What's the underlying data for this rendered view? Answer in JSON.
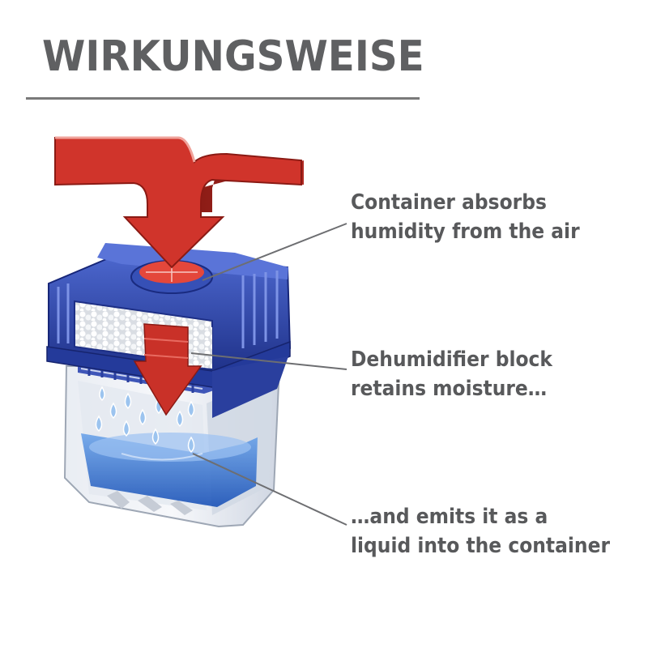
{
  "title": "WIRKUNGSWEISE",
  "callouts": [
    {
      "line1": "Container absorbs",
      "line2": "humidity from the air"
    },
    {
      "line1": "Dehumidifier block",
      "line2": "retains moisture…"
    },
    {
      "line1": "…and emits it as a",
      "line2": "liquid into the container"
    }
  ],
  "colors": {
    "title": "#5f6062",
    "text": "#58595b",
    "arrow": "#c8322a",
    "lid": "#2a3f9e",
    "water": "#2f6fd0"
  }
}
